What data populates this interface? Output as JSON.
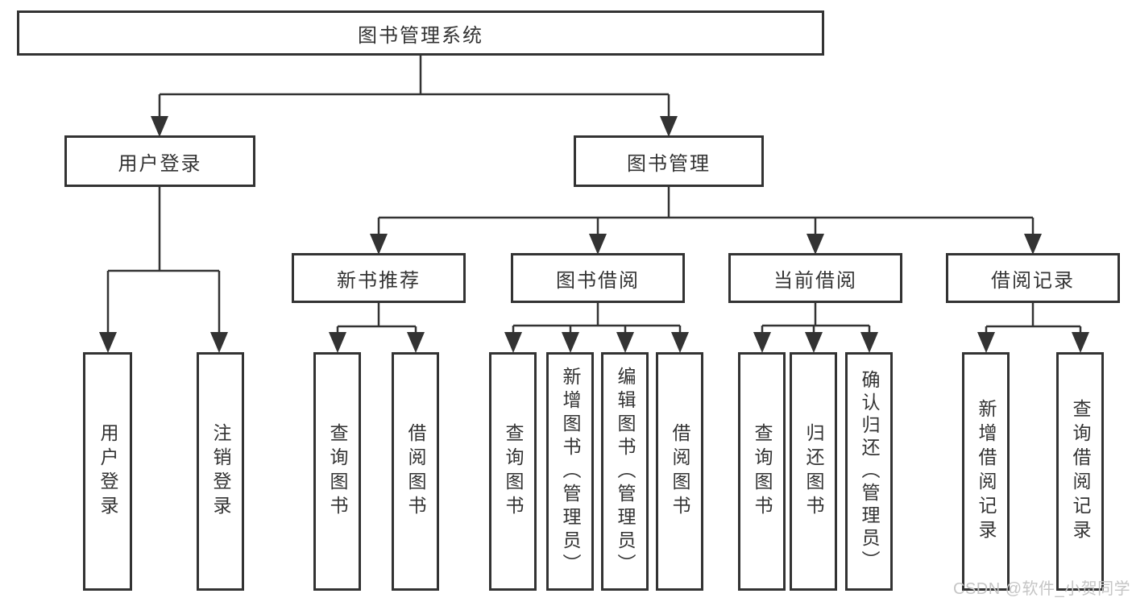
{
  "tree": {
    "label": "图书管理系统",
    "children": [
      {
        "label": "用户登录",
        "children": [
          {
            "label": "用户登录"
          },
          {
            "label": "注销登录"
          }
        ]
      },
      {
        "label": "图书管理",
        "children": [
          {
            "label": "新书推荐",
            "children": [
              {
                "label": "查询图书"
              },
              {
                "label": "借阅图书"
              }
            ]
          },
          {
            "label": "图书借阅",
            "children": [
              {
                "label": "查询图书"
              },
              {
                "label": "新增图书（管理员）"
              },
              {
                "label": "编辑图书（管理员）"
              },
              {
                "label": "借阅图书"
              }
            ]
          },
          {
            "label": "当前借阅",
            "children": [
              {
                "label": "查询图书"
              },
              {
                "label": "归还图书"
              },
              {
                "label": "确认归还（管理员）"
              }
            ]
          },
          {
            "label": "借阅记录",
            "children": [
              {
                "label": "新增借阅记录"
              },
              {
                "label": "查询借阅记录"
              }
            ]
          }
        ]
      }
    ]
  },
  "watermark": {
    "text": "CSDN @软件_小贺同学"
  },
  "colors": {
    "line": "#333333",
    "box_border": "#333333",
    "box_fill": "#ffffff",
    "text": "#333333",
    "watermark": "#c5c5c5",
    "background": "#ffffff"
  }
}
